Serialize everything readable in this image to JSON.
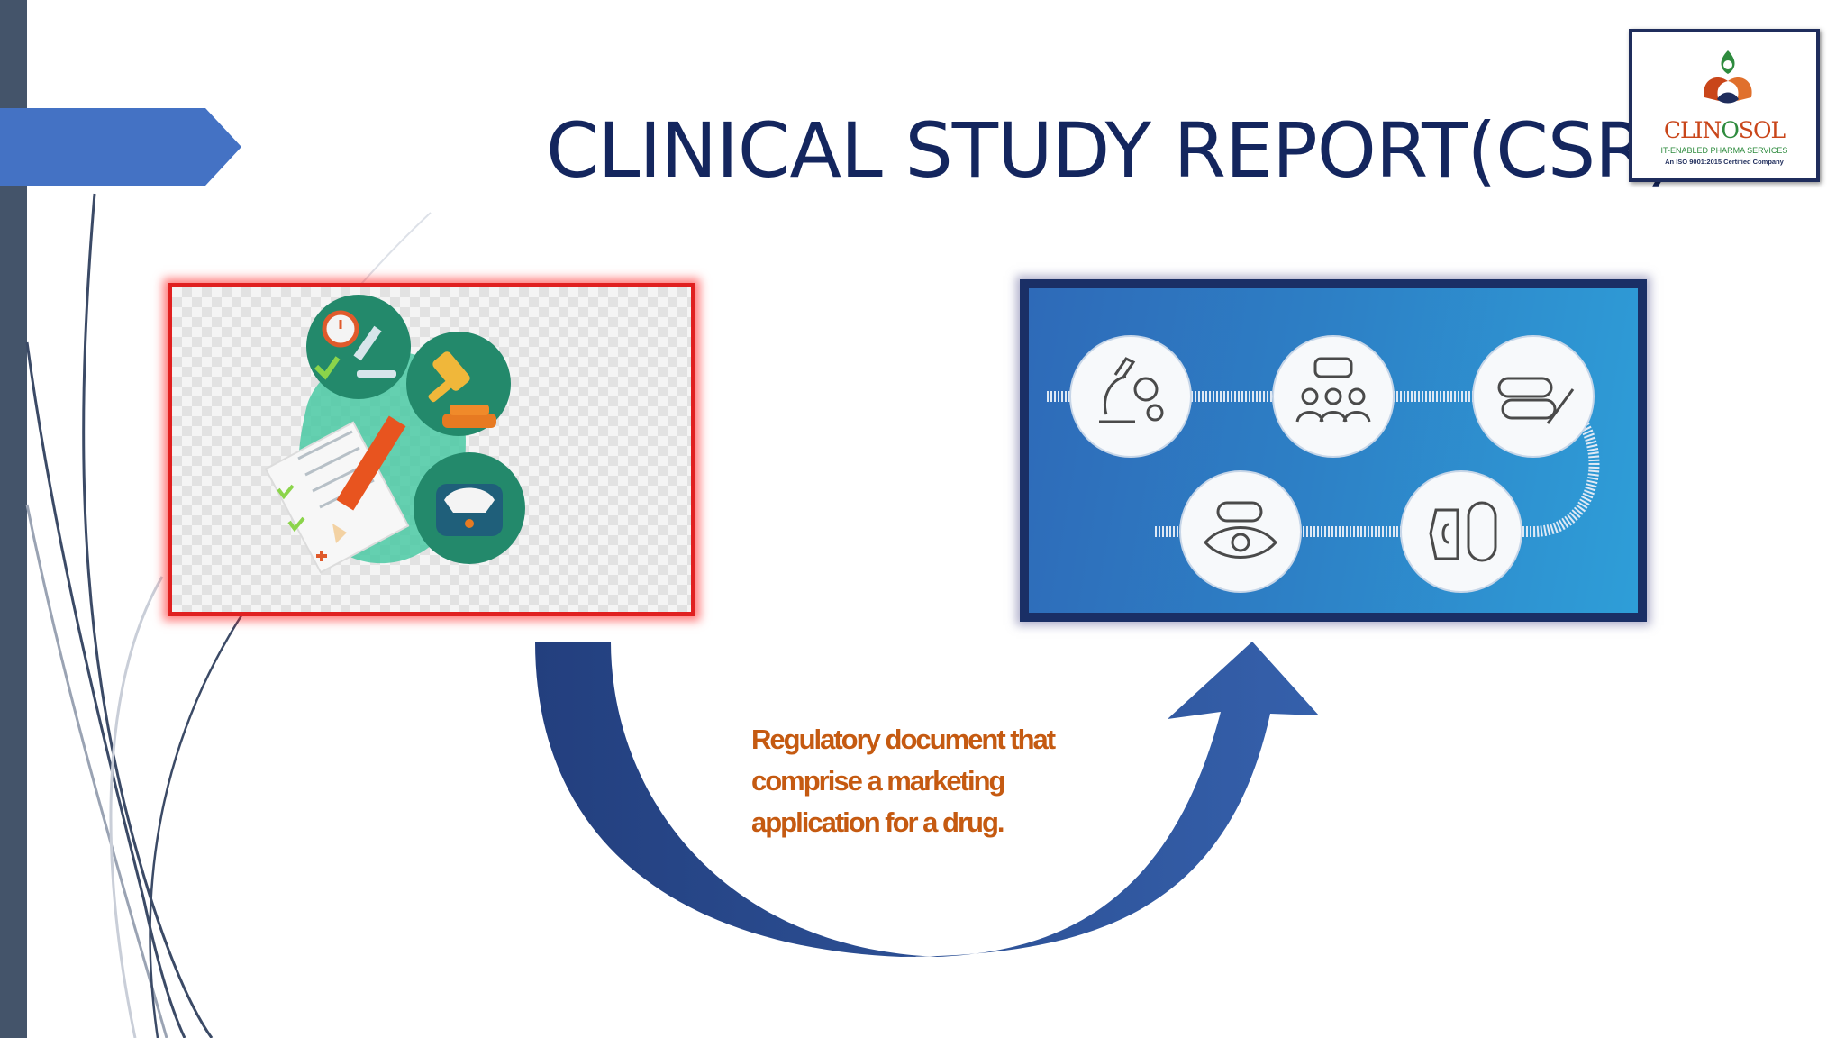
{
  "slide": {
    "title": "CLINICAL STUDY REPORT(CSR)",
    "caption_lines": [
      "Regulatory document that",
      "comprise a marketing",
      "application for a drug."
    ]
  },
  "logo": {
    "name_part1": "CLIN",
    "name_part2": "O",
    "name_part3": "SOL",
    "tagline": "IT-ENABLED PHARMA SERVICES",
    "certification": "An ISO 9001:2015 Certified Company"
  },
  "colors": {
    "title": "#14265e",
    "caption": "#c55a11",
    "accent_arrow": "#4472c4",
    "sidebar": "#44546a",
    "curved_arrow": "#2b4e93",
    "left_frame": "#e02020",
    "right_frame": "#1a2f66"
  },
  "icons": {
    "left_illustration": [
      "checklist-stopwatch-microscope-icon",
      "gavel-icon",
      "pencil-document-icon",
      "scale-icon"
    ],
    "right_illustration": [
      "microscope-gears-icon",
      "people-discussion-icon",
      "pills-pen-icon",
      "eye-pill-icon",
      "price-tag-capsule-icon"
    ]
  }
}
